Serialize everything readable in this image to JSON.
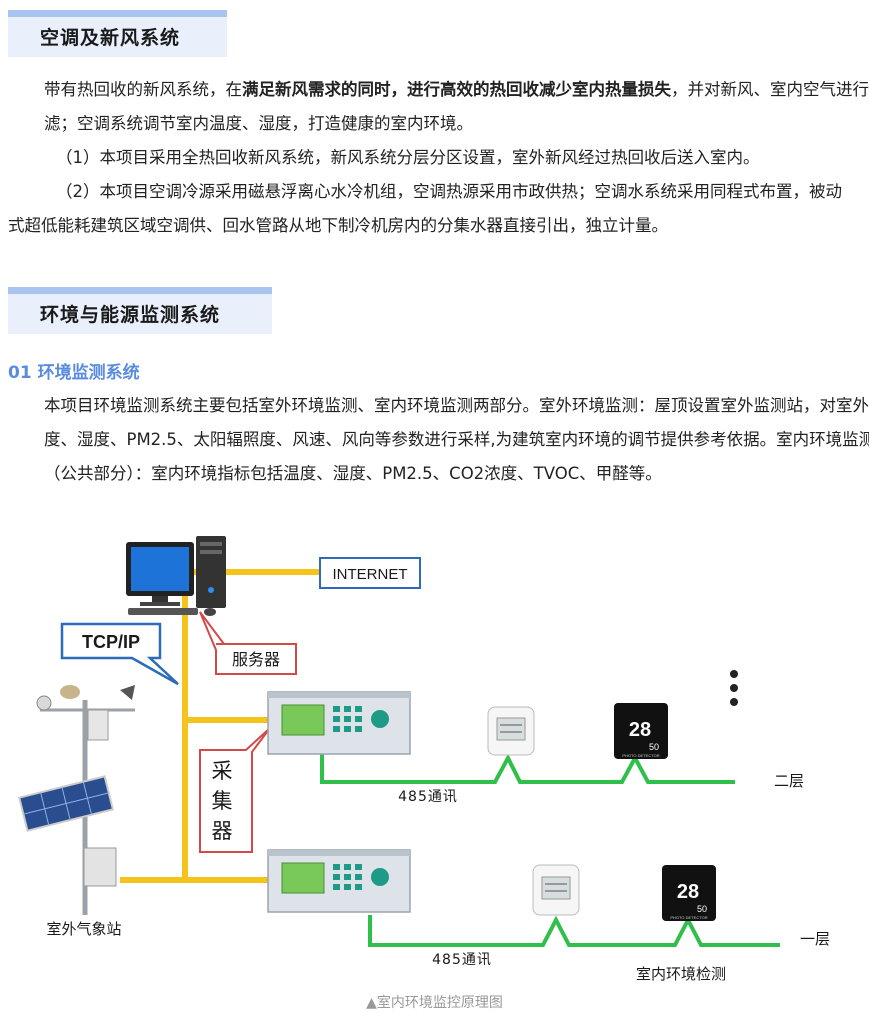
{
  "section1": {
    "title": "空调及新风系统",
    "para1_a": "带有热回收的新风系统，在",
    "para1_bold": "满足新风需求的同时，进行高效的热回收减少室内热量损失",
    "para1_b": "，并对新风、室内空气进行过滤；空调系统调节室内温度、湿度，打造健康的室内环境。",
    "item1": "（1）本项目采用全热回收新风系统，新风系统分层分区设置，室外新风经过热回收后送入室内。",
    "item2": "（2）本项目空调冷源采用磁悬浮离心水冷机组，空调热源采用市政供热；空调水系统采用同程式布置，被动式超低能耗建筑区域空调供、回水管路从地下制冷机房内的分集水器直接引出，独立计量。"
  },
  "section2": {
    "title": "环境与能源监测系统",
    "subtitle": "01 环境监测系统",
    "para": "本项目环境监测系统主要包括室外环境监测、室内环境监测两部分。室外环境监测：屋顶设置室外监测站，对室外温度、湿度、PM2.5、太阳辐照度、风速、风向等参数进行采样,为建筑室内环境的调节提供参考依据。室内环境监测（公共部分）：室内环境指标包括温度、湿度、PM2.5、CO2浓度、TVOC、甲醛等。"
  },
  "diagram": {
    "internet": "INTERNET",
    "tcpip": "TCP/IP",
    "server": "服务器",
    "collector": [
      "采",
      "集",
      "器"
    ],
    "rs485_top": "485通讯",
    "rs485_bottom": "485通讯",
    "floor2": "二层",
    "floor1": "一层",
    "weather_station": "室外气象站",
    "indoor_monitor": "室内环境检测",
    "display_value_large": "28",
    "display_value_small": "50",
    "device_label": "PHOTO DETECTOR"
  },
  "caption": "▲室内环境监控原理图",
  "colors": {
    "accent": "#5b8be0",
    "wire_yellow": "#f5c31c",
    "wire_green": "#2fbf4a",
    "callout_blue": "#2e6bb8",
    "callout_red": "#d34a4a"
  }
}
